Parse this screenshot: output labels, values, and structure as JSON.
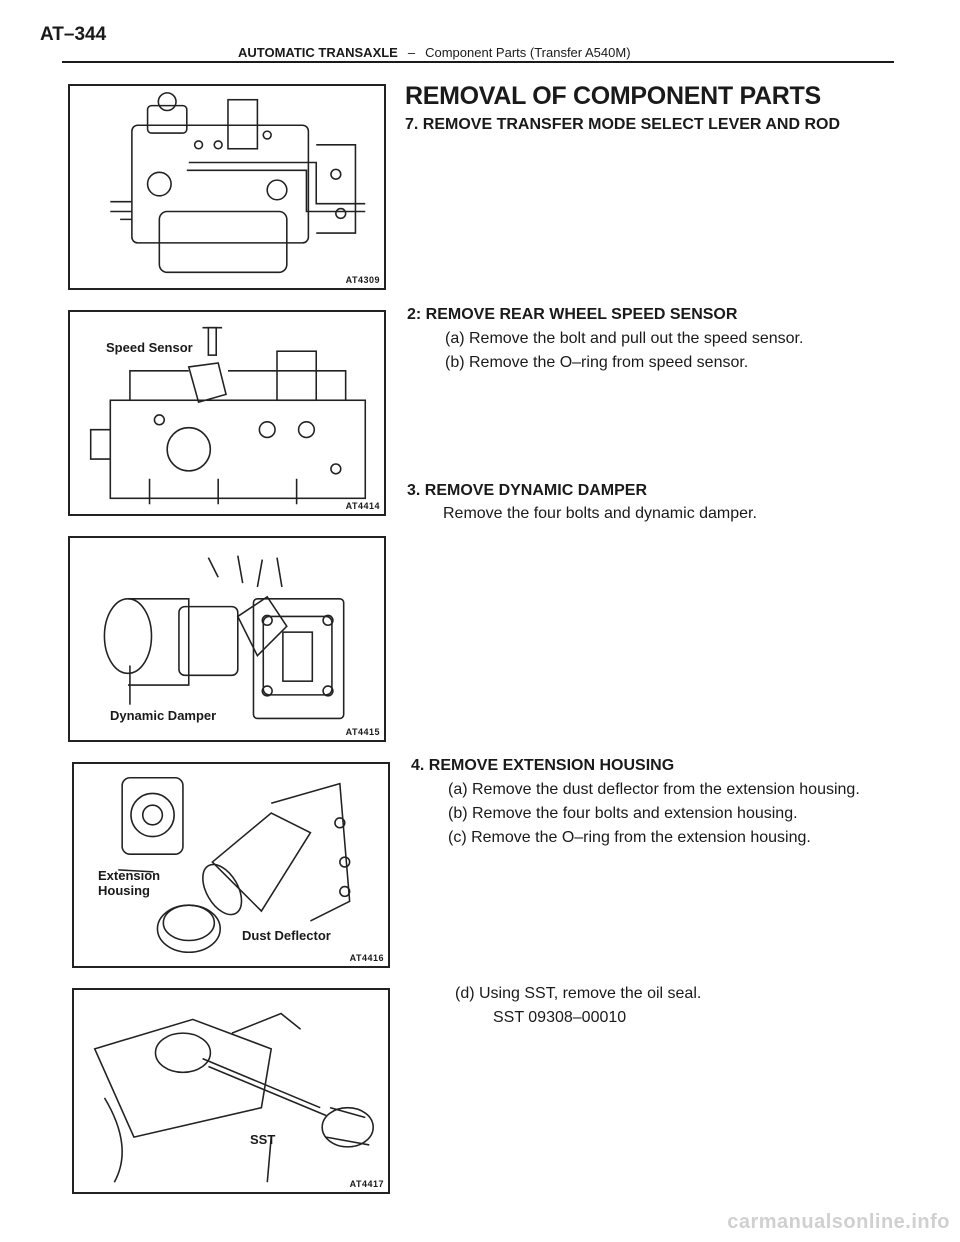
{
  "header": {
    "page_number": "AT–344",
    "section": "AUTOMATIC TRANSAXLE",
    "separator": "–",
    "subsection": "Component Parts (Transfer  A540M)"
  },
  "title": "REMOVAL OF COMPONENT PARTS",
  "steps": [
    {
      "heading": "7. REMOVE TRANSFER MODE SELECT LEVER AND ROD",
      "lines": []
    },
    {
      "heading": "2: REMOVE REAR WHEEL SPEED SENSOR",
      "lines": [
        "(a) Remove the bolt and pull out the speed sensor.",
        "(b) Remove the O–ring from speed sensor."
      ]
    },
    {
      "heading": "3. REMOVE DYNAMIC DAMPER",
      "lines": [
        "Remove the four bolts and dynamic damper."
      ]
    },
    {
      "heading": "4. REMOVE EXTENSION HOUSING",
      "lines": [
        "(a) Remove the dust deflector from the extension housing.",
        "(b) Remove the four bolts and extension housing.",
        "(c) Remove the O–ring from the extension housing."
      ]
    },
    {
      "heading": "",
      "lines": [
        "(d) Using SST, remove the oil seal.",
        "SST  09308–00010"
      ]
    }
  ],
  "figures": [
    {
      "code": "AT4309",
      "labels": []
    },
    {
      "code": "AT4414",
      "labels": [
        "Speed Sensor"
      ]
    },
    {
      "code": "AT4415",
      "labels": [
        "Dynamic Damper"
      ]
    },
    {
      "code": "AT4416",
      "labels": [
        "Extension",
        "Housing",
        "Dust Deflector"
      ]
    },
    {
      "code": "AT4417",
      "labels": [
        "SST"
      ]
    }
  ],
  "watermark": "carmanualsonline.info"
}
